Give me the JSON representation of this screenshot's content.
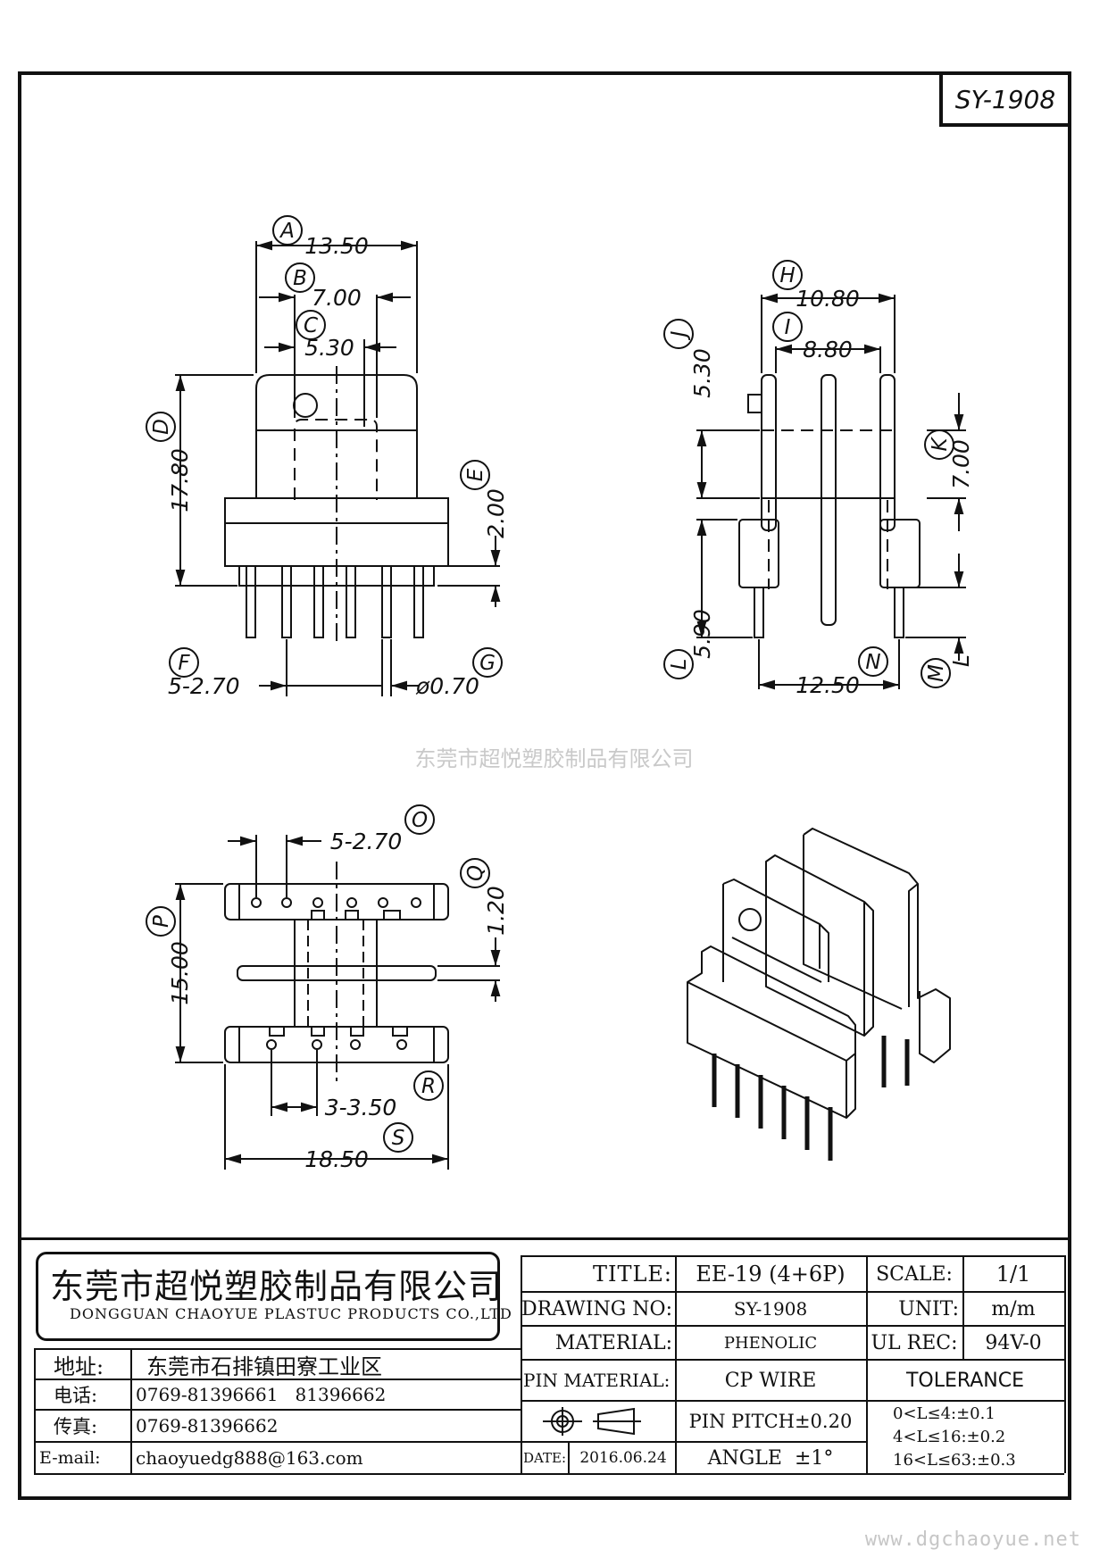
{
  "code": "SY-1908",
  "watermark": "东莞市超悦塑胶制品有限公司",
  "website": "www.dgchaoyue.net",
  "dims": {
    "A": "A",
    "B": "B",
    "C": "C",
    "D": "D",
    "E": "E",
    "F": "F",
    "G": "G",
    "H": "H",
    "I": "I",
    "J": "J",
    "K": "K",
    "L": "L",
    "M": "M",
    "N": "N",
    "O": "O",
    "P": "P",
    "Q": "Q",
    "R": "R",
    "S": "S",
    "a_val": "13.50",
    "b_val": "7.00",
    "c_val": "5.30",
    "d_val": "17.80",
    "e_val": "2.00",
    "f_val": "5-2.70",
    "g_val": "ø0.70",
    "h_val": "10.80",
    "i_val": "8.80",
    "j_val": "5.30",
    "k_val": "7.00",
    "l_val": "5.90",
    "m_val": "L",
    "n_val": "12.50",
    "o_val": "5-2.70",
    "p_val": "15.00",
    "q_val": "1.20",
    "r_val": "3-3.50",
    "s_val": "18.50"
  },
  "company": {
    "name_cn": "东莞市超悦塑胶制品有限公司",
    "name_en": "DONGGUAN CHAOYUE PLASTUC PRODUCTS CO.,LTD",
    "address_label": "地址:",
    "address": "东莞市石排镇田寮工业区",
    "phone_label": "电话:",
    "phone": "0769-81396661   81396662",
    "fax_label": "传真:",
    "fax": "0769-81396662",
    "email_label": "E-mail:",
    "email": "chaoyuedg888@163.com"
  },
  "spec": {
    "title_label": "TITLE:",
    "title": "EE-19 (4+6P)",
    "drawing_no_label": "DRAWING NO:",
    "drawing_no": "SY-1908",
    "material_label": "MATERIAL:",
    "material": "PHENOLIC",
    "pin_material_label": "PIN MATERIAL:",
    "pin_material": "CP WIRE",
    "pin_pitch": "PIN PITCH±0.20",
    "date_label": "DATE:",
    "date": "2016.06.24",
    "angle": "ANGLE  ±1°",
    "scale_label": "SCALE:",
    "scale": "1/1",
    "unit_label": "UNIT:",
    "unit": "m/m",
    "ul_label": "UL REC:",
    "ul": "94V-0",
    "tolerance_label": "TOLERANCE",
    "tol1": "0<L≤4:±0.1",
    "tol2": "4<L≤16:±0.2",
    "tol3": "16<L≤63:±0.3"
  }
}
